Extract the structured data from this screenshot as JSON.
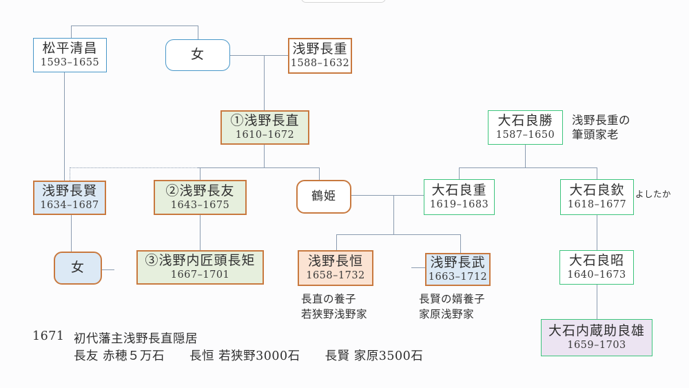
{
  "people": {
    "kiyomasa": {
      "name": "松平清昌",
      "dates": "1593–1655"
    },
    "onna_top": {
      "name": "女"
    },
    "nagashige": {
      "name": "浅野長重",
      "dates": "1588–1632"
    },
    "naganao": {
      "name": "①浅野長直",
      "dates": "1610–1672"
    },
    "nagakata": {
      "name": "浅野長賢",
      "dates": "1634–1687"
    },
    "nagatomo": {
      "name": "②浅野長友",
      "dates": "1643–1675"
    },
    "tsuruhime": {
      "name": "鶴姫"
    },
    "yoshikatsu": {
      "name": "大石良勝",
      "dates": "1587–1650"
    },
    "yoshishige": {
      "name": "大石良重",
      "dates": "1619–1683"
    },
    "yoshitaka": {
      "name": "大石良欽",
      "dates": "1618–1677"
    },
    "yoshiaki": {
      "name": "大石良昭",
      "dates": "1640–1673"
    },
    "onna_bottom": {
      "name": "女"
    },
    "naganori": {
      "name": "③浅野内匠頭長矩",
      "dates": "1667–1701"
    },
    "nagatsune": {
      "name": "浅野長恒",
      "dates": "1658–1732"
    },
    "nagatake": {
      "name": "浅野長武",
      "dates": "1663–1712"
    },
    "kuranosuke": {
      "name": "大石内蔵助良雄",
      "dates": "1659–1703"
    }
  },
  "annotations": {
    "yoshikatsu_role": {
      "line1": "浅野長重の",
      "line2": "筆頭家老"
    },
    "yoshitaka_reading": "よしたか",
    "nagatsune_note": {
      "line1": "長直の養子",
      "line2": "若狭野浅野家"
    },
    "nagatake_note": {
      "line1": "長賢の婿養子",
      "line2": "家原浅野家"
    }
  },
  "footer": {
    "year": "1671",
    "event": "初代藩主浅野長直隠居",
    "fiefs": "長友 赤穂５万石　　長恒 若狭野3000石　　長賢 家原3500石"
  },
  "colors": {
    "border_blue": "#4796c8",
    "border_orange": "#c8793f",
    "border_green": "#3cc47c",
    "fill_green": "#e6efdd",
    "fill_blue": "#dce9f5",
    "fill_peach": "#fbe3d3",
    "fill_lavender": "#ece4f2",
    "connector_gray": "#8a9bb0"
  }
}
